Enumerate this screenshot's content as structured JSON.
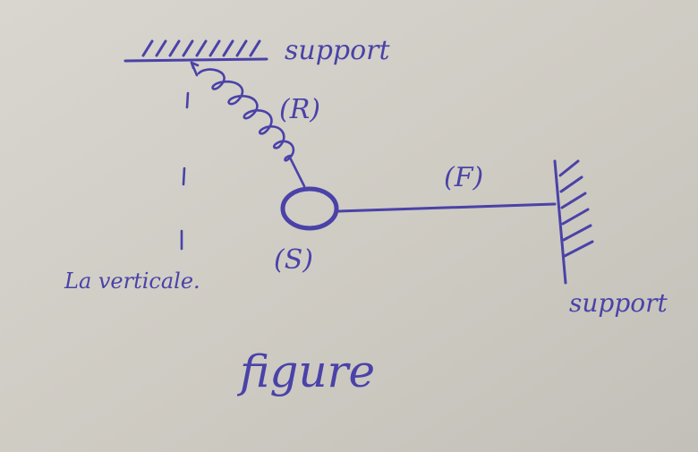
{
  "paper": {
    "background": "#cfcdc6",
    "shadow": "#b9b7b0",
    "ink": "#4a42a8"
  },
  "labels": {
    "support_top": "support",
    "support_right": "support",
    "spring": "(R)",
    "rod": "(F)",
    "mass": "(S)",
    "vertical_note": "La verticale.",
    "caption": "figure"
  }
}
